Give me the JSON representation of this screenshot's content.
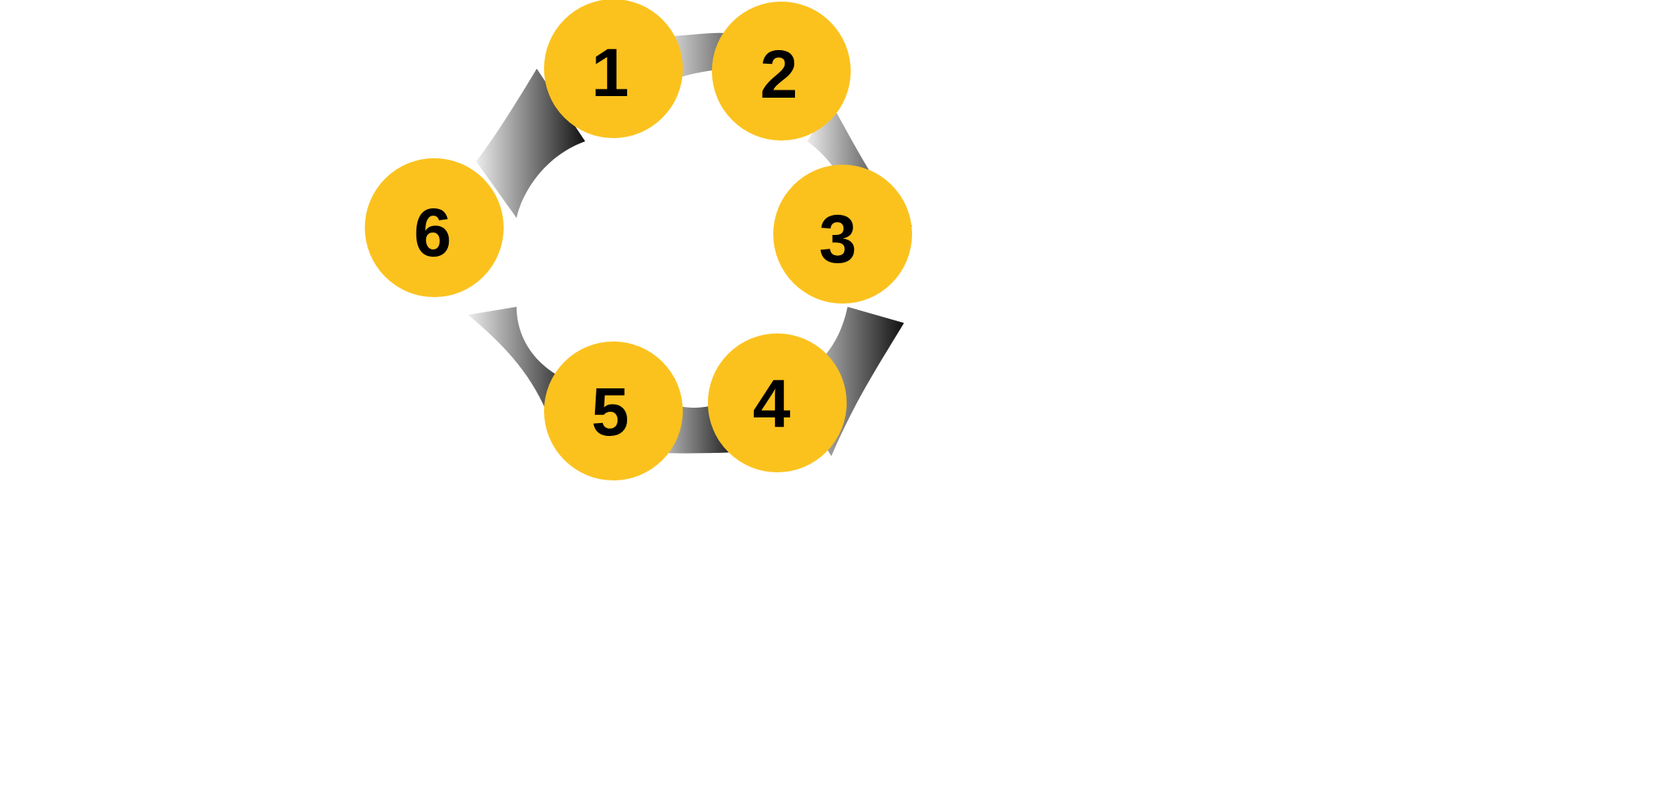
{
  "diagram": {
    "type": "cycle",
    "accent_color": "#FBC21E",
    "connector_gradient": [
      "#e6e6e6",
      "#1a1a1a"
    ],
    "steps": [
      {
        "label": "1"
      },
      {
        "label": "2"
      },
      {
        "label": "3"
      },
      {
        "label": "4"
      },
      {
        "label": "5"
      },
      {
        "label": "6"
      }
    ]
  }
}
